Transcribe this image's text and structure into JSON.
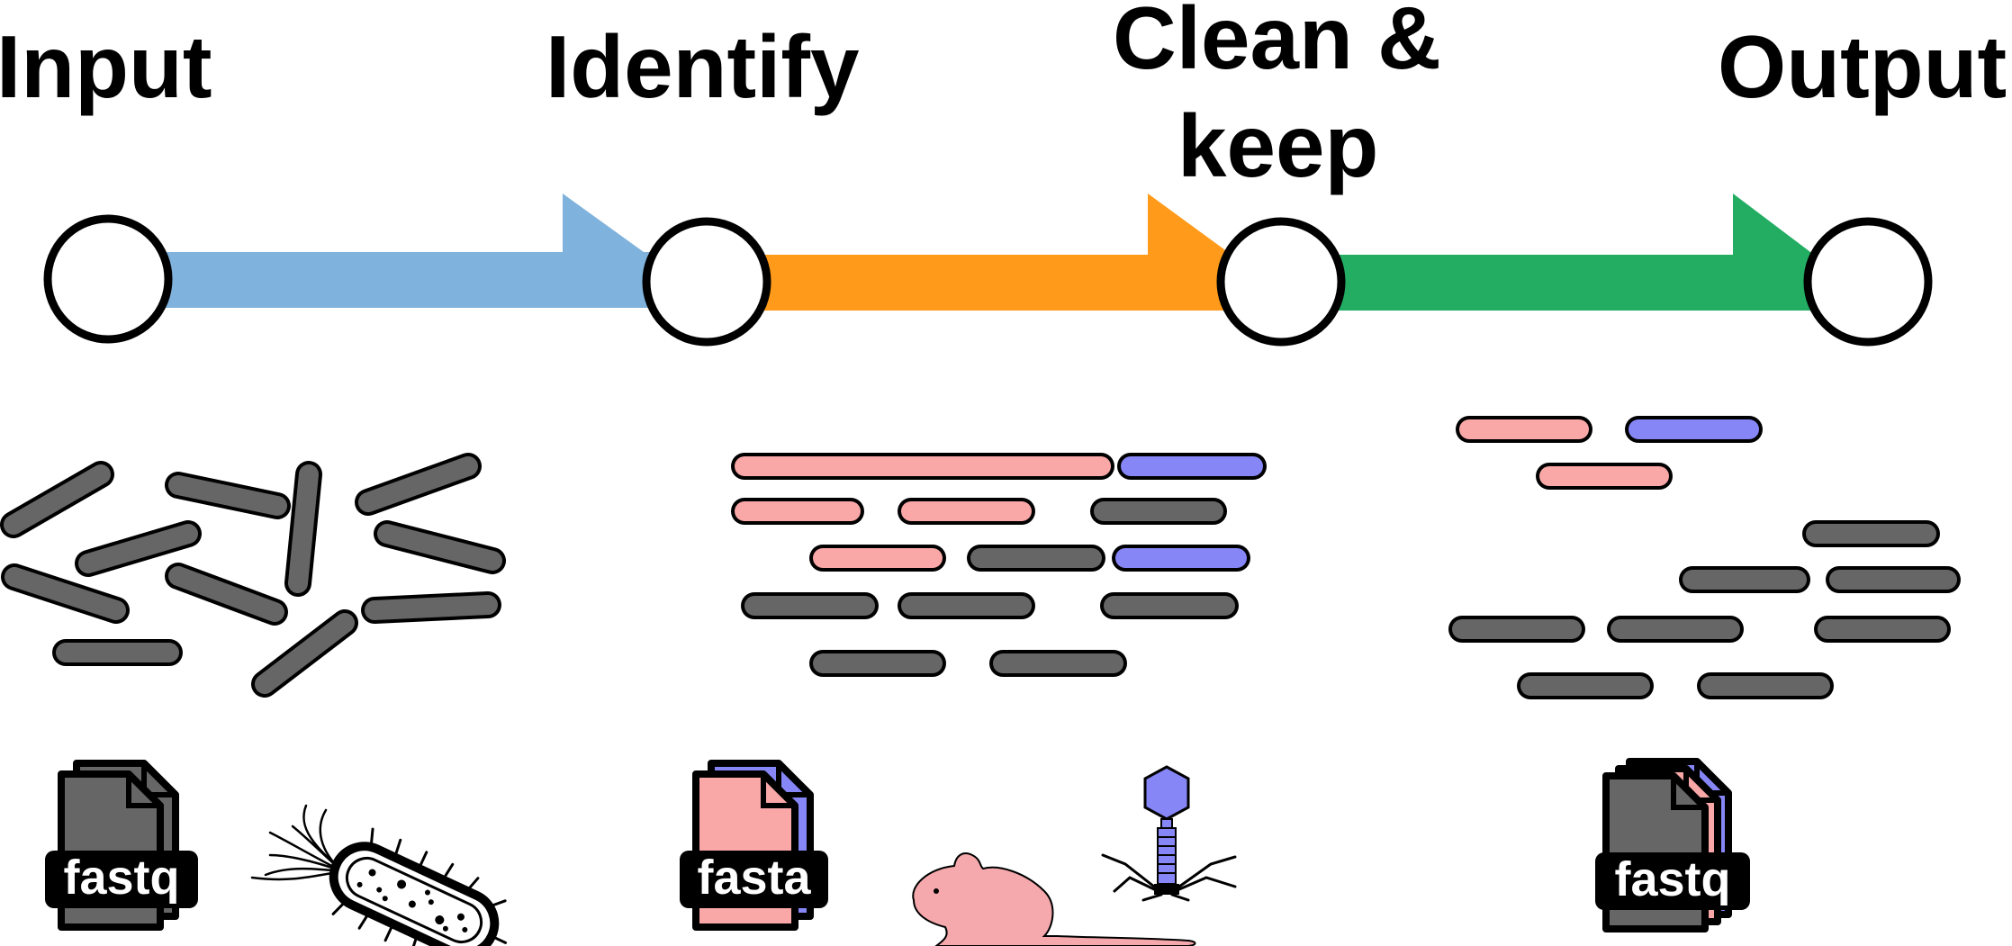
{
  "stages": [
    {
      "id": "input",
      "label": "Input",
      "color": "#7fb2dc"
    },
    {
      "id": "identify",
      "label": "Identify",
      "color": "#ff9a1a"
    },
    {
      "id": "clean",
      "label_line1": "Clean &",
      "label_line2": "keep",
      "color": "#22ad63"
    },
    {
      "id": "output",
      "label": "Output"
    }
  ],
  "files": {
    "input_format": "fastq",
    "identify_format": "fasta",
    "output_format": "fastq"
  },
  "colors": {
    "read_gray": "#666666",
    "read_pink": "#f9a7a7",
    "read_blue": "#8686f7",
    "mouse_pink": "#f6a9ad",
    "outline": "#000000"
  },
  "icons": [
    "bacterium-icon",
    "mouse-icon",
    "phage-icon",
    "file-stack-icon"
  ]
}
